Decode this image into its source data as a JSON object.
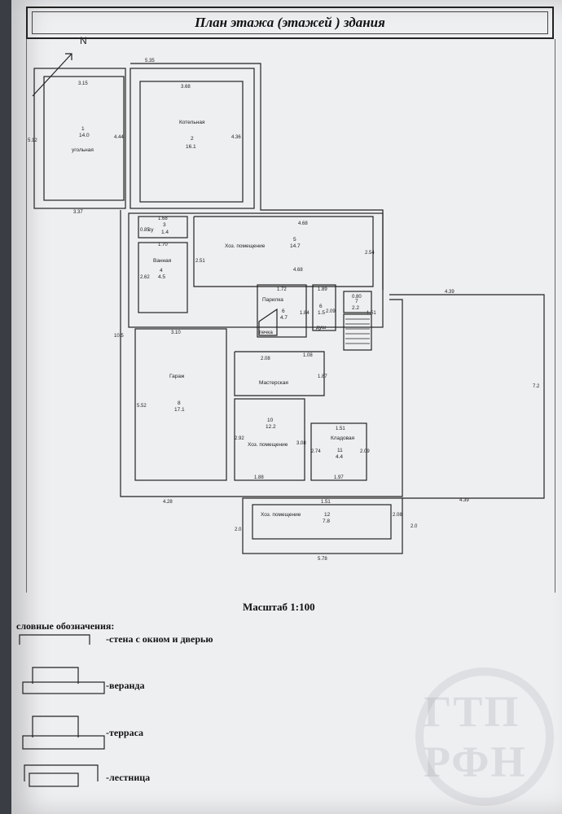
{
  "header": {
    "title": "План этажа (этажей ) здания"
  },
  "north": "N",
  "rooms": [
    {
      "id": "1",
      "name": "угольная",
      "area": "14.0"
    },
    {
      "id": "2",
      "name": "Котельная",
      "area": "16.1"
    },
    {
      "id": "3",
      "name": "су",
      "area": "1.4"
    },
    {
      "id": "4",
      "name": "Ванная",
      "area": "4.5"
    },
    {
      "id": "5",
      "name": "Хоз. помещение",
      "area": "14.7"
    },
    {
      "id": "6",
      "name": "Парилка",
      "area": "4.7"
    },
    {
      "id": "6",
      "name": "душ",
      "area": "1.5"
    },
    {
      "id": "7",
      "name": "",
      "area": "2.2"
    },
    {
      "id": "8",
      "name": "Гараж",
      "area": "17.1"
    },
    {
      "id": "10",
      "name": "Хоз. помещение",
      "area": "12.2"
    },
    {
      "id": "11",
      "name": "Кладовая",
      "area": "4.4"
    },
    {
      "id": "12",
      "name": "Хоз. помещение",
      "area": "7.8"
    }
  ],
  "labels": {
    "pechka": "печка",
    "masterskaya": "Мастерская"
  },
  "dimensions": {
    "d1": "5.35",
    "d2": "3.15",
    "d3": "3.68",
    "d4": "4.44",
    "d5": "4.36",
    "d6": "5.12",
    "d7": "3.37",
    "d8": "1.68",
    "d9": "0.85",
    "d10": "1.70",
    "d11": "2.62",
    "d12": "2.51",
    "d13": "4.68",
    "d14": "4.68",
    "d15": "2.54",
    "d16": "1.72",
    "d17": "1.89",
    "d18": "0.80",
    "d19": "1.84",
    "d20": "2.09",
    "d21": "1.51",
    "d22": "4.39",
    "d23": "3.10",
    "d24": "10.5",
    "d25": "5.52",
    "d26": "2.08",
    "d27": "1.08",
    "d28": "1.87",
    "d29": "7.2",
    "d30": "2.92",
    "d31": "3.08",
    "d32": "1.51",
    "d33": "2.74",
    "d34": "2.09",
    "d35": "1.88",
    "d36": "1.97",
    "d37": "4.28",
    "d38": "1.51",
    "d39": "4.39",
    "d40": "2.0",
    "d41": "2.08",
    "d42": "2.0",
    "d43": "5.78"
  },
  "scale": "Масштаб 1:100",
  "legend": {
    "title": "словные обозначения:",
    "items": [
      "-стена с окном и дверью",
      "-веранда",
      "-терраса",
      "-лестница"
    ]
  },
  "stamp": "ГТП РФН"
}
